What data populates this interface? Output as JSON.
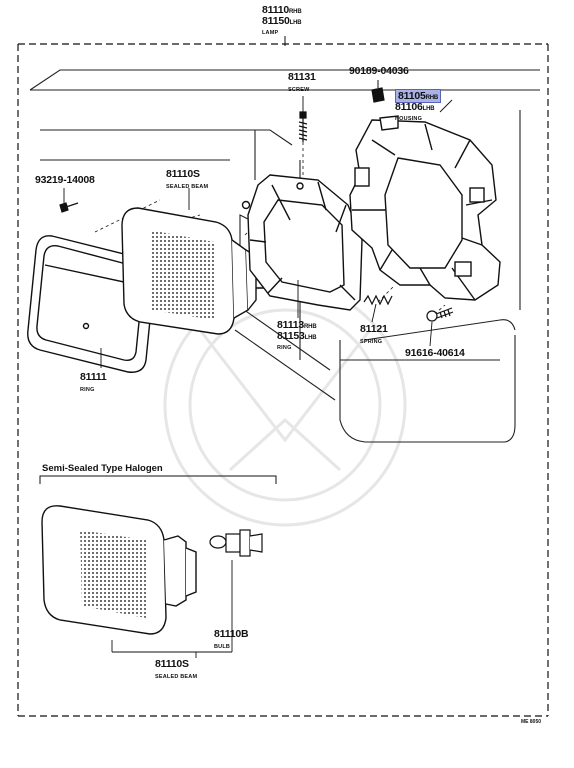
{
  "labels": {
    "lamp": {
      "part1": "81110",
      "suffix1": "RHB",
      "part2": "81150",
      "suffix2": "LHB",
      "name": "LAMP"
    },
    "screw": {
      "part": "81131",
      "name": "SCREW"
    },
    "bolt_top": {
      "part": "90189-04036"
    },
    "housing": {
      "part1": "81105",
      "suffix1": "RHB",
      "part2": "81106",
      "suffix2": "LHB",
      "name": "HOUSING"
    },
    "screw_left": {
      "part": "93219-14008"
    },
    "sealed_beam_top": {
      "part": "81110S",
      "name": "SEALED BEAM"
    },
    "ring_mid": {
      "part1": "81113",
      "suffix1": "RHB",
      "part2": "81153",
      "suffix2": "LHB",
      "name": "RING"
    },
    "spring": {
      "part": "81121",
      "name": "SPRING"
    },
    "bolt_right": {
      "part": "91616-40614"
    },
    "ring_left": {
      "part": "81111",
      "name": "RING"
    },
    "section_title": "Semi-Sealed Type Halogen",
    "bulb": {
      "part": "81110B",
      "name": "BULB"
    },
    "sealed_beam_bottom": {
      "part": "81110S",
      "name": "SEALED BEAM"
    },
    "figure_code": "ME 8050"
  },
  "colors": {
    "highlight": "#a9b2e8",
    "line": "#111111"
  }
}
